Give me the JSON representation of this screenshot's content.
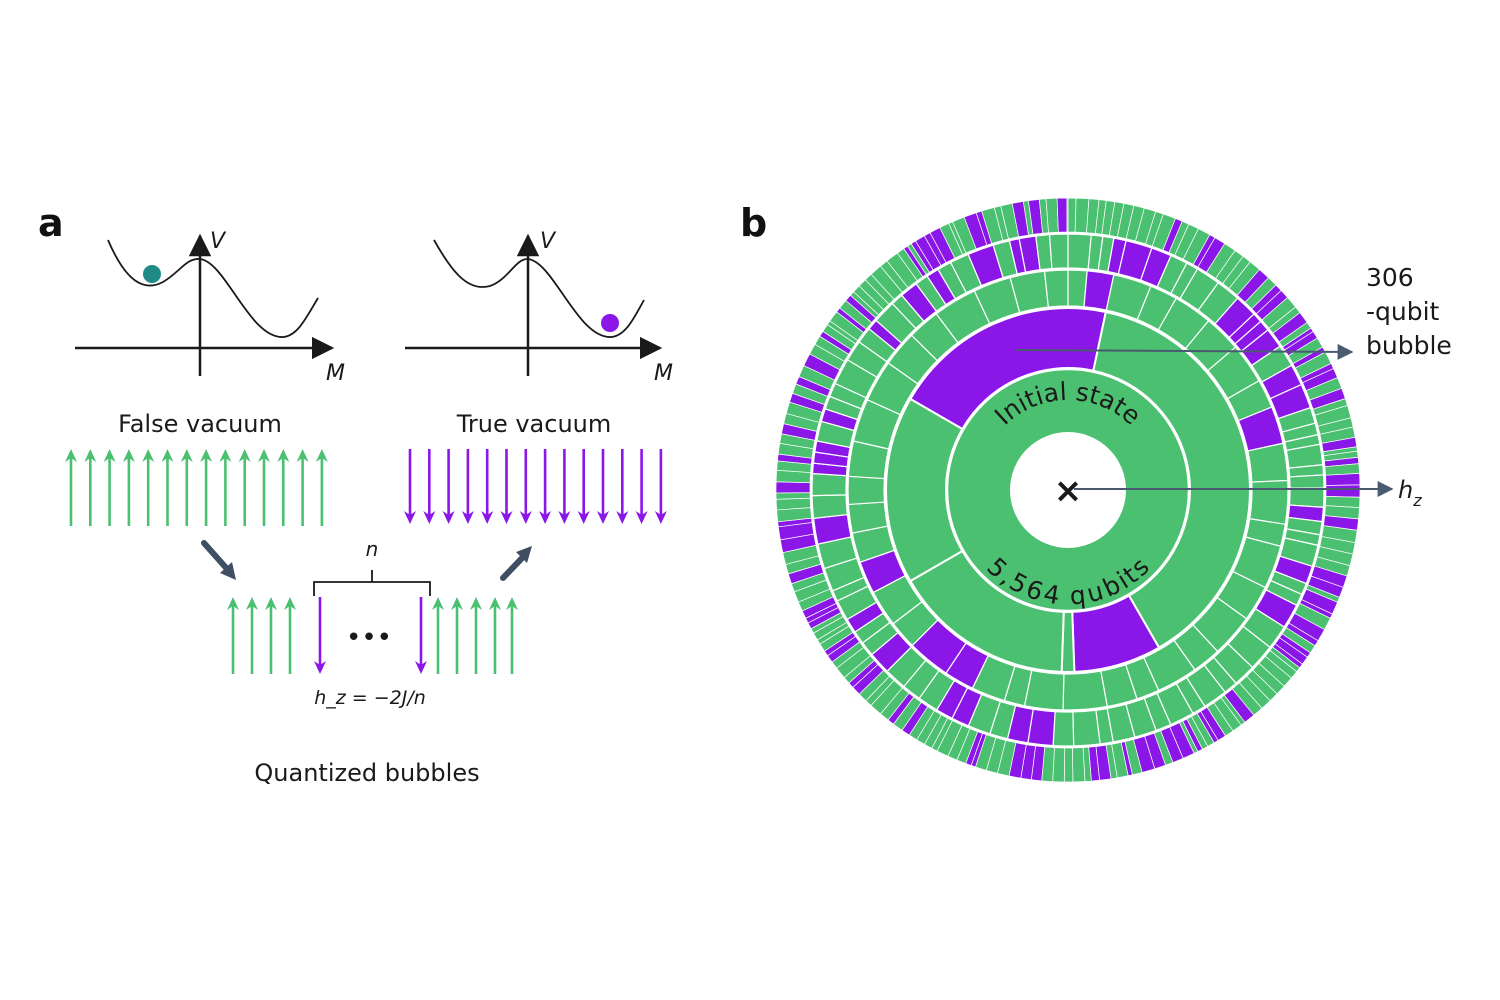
{
  "panel_a": {
    "letter": "a",
    "potential_axis_label": "V",
    "magnetization_axis_label": "M",
    "false_vacuum_label": "False vacuum",
    "true_vacuum_label": "True vacuum",
    "bubble_size_label": "n",
    "field_relation": "h_z = −2J/n",
    "quantized_label": "Quantized bubbles",
    "ellipsis": "•••",
    "colors": {
      "up_spin": "#4cc071",
      "down_spin": "#8a17e8",
      "false_ball": "#1f8a86",
      "true_ball": "#8a17e8",
      "flow_arrow": "#3f4e63"
    }
  },
  "panel_b": {
    "letter": "b",
    "initial_state_label": "Initial state",
    "qubits_label": "5,564 qubits",
    "bubble_annotation": [
      "306",
      "-qubit",
      "bubble"
    ],
    "field_label": "h_z",
    "center_marker": "×",
    "colors": {
      "green": "#4cc071",
      "purple": "#8a17e8",
      "annotation_arrow": "#4a5a70"
    }
  }
}
